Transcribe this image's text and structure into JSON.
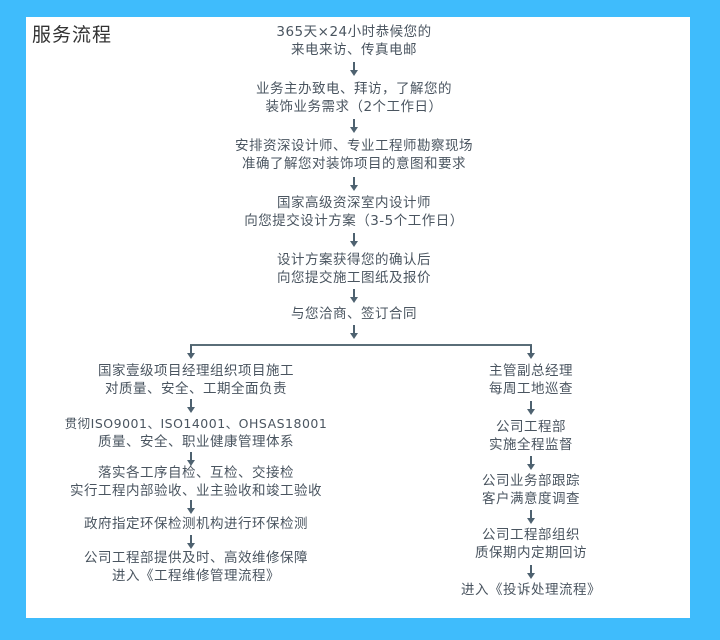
{
  "title": "服务流程",
  "colors": {
    "background": "#3fbcfc",
    "panel": "#ffffff",
    "text": "#4a5560",
    "line": "#5a6e78"
  },
  "main_flow": [
    {
      "lines": [
        "365天×24小时恭候您的",
        "来电来访、传真电邮"
      ]
    },
    {
      "lines": [
        "业务主办致电、拜访，了解您的",
        "装饰业务需求（2个工作日）"
      ]
    },
    {
      "lines": [
        "安排资深设计师、专业工程师勘察现场",
        "准确了解您对装饰项目的意图和要求"
      ]
    },
    {
      "lines": [
        "国家高级资深室内设计师",
        "向您提交设计方案（3-5个工作日）"
      ]
    },
    {
      "lines": [
        "设计方案获得您的确认后",
        "向您提交施工图纸及报价"
      ]
    },
    {
      "lines": [
        "与您洽商、签订合同"
      ]
    }
  ],
  "left_branch": [
    {
      "lines": [
        "国家壹级项目经理组织项目施工",
        "对质量、安全、工期全面负责"
      ]
    },
    {
      "lines": [
        "贯彻ISO9001、ISO14001、OHSAS18001",
        "质量、安全、职业健康管理体系"
      ]
    },
    {
      "lines": [
        "落实各工序自检、互检、交接检",
        "实行工程内部验收、业主验收和竣工验收"
      ]
    },
    {
      "lines": [
        "政府指定环保检测机构进行环保检测"
      ]
    },
    {
      "lines": [
        "公司工程部提供及时、高效维修保障",
        "进入《工程维修管理流程》"
      ]
    }
  ],
  "right_branch": [
    {
      "lines": [
        "主管副总经理",
        "每周工地巡查"
      ]
    },
    {
      "lines": [
        "公司工程部",
        "实施全程监督"
      ]
    },
    {
      "lines": [
        "公司业务部跟踪",
        "客户满意度调查"
      ]
    },
    {
      "lines": [
        "公司工程部组织",
        "质保期内定期回访"
      ]
    },
    {
      "lines": [
        "进入《投诉处理流程》"
      ]
    }
  ]
}
